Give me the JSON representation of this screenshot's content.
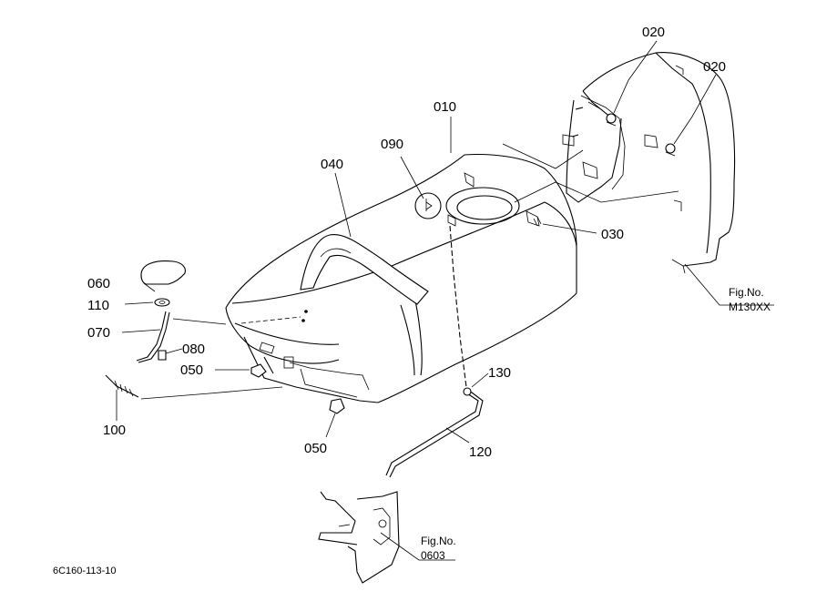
{
  "diagram": {
    "part_labels": {
      "p010": "010",
      "p020a": "020",
      "p020b": "020",
      "p030": "030",
      "p040": "040",
      "p050a": "050",
      "p050b": "050",
      "p060": "060",
      "p070": "070",
      "p080": "080",
      "p090": "090",
      "p100": "100",
      "p110": "110",
      "p120": "120",
      "p130": "130"
    },
    "figure_refs": {
      "m130": {
        "line1": "Fig.No.",
        "line2": "M130XX"
      },
      "f0603": {
        "line1": "Fig.No.",
        "line2": "0603"
      }
    },
    "drawing_code": "6C160-113-10",
    "colors": {
      "line": "#000000",
      "background": "#ffffff"
    }
  }
}
